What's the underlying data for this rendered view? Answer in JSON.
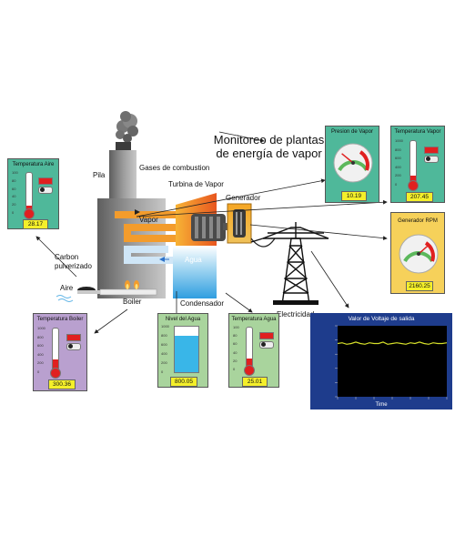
{
  "title": {
    "line1": "Monitoreo de plantas",
    "line2": "de energía de vapor"
  },
  "labels": {
    "pila": "Pila",
    "gases": "Gases de combustion",
    "turbina": "Turbina de Vapor",
    "generador": "Generador",
    "vapor": "Vapor",
    "agua": "Agua",
    "carbon1": "Carbon",
    "carbon2": "pulverizado",
    "aire": "Aire",
    "boiler": "Boiler",
    "condensador": "Condensador",
    "electricidad": "Electricidad"
  },
  "panels": {
    "temp_aire": {
      "title": "Temperatura Aire",
      "value": "28.17",
      "fraction": 0.18,
      "ticks": [
        "100",
        "80",
        "60",
        "40",
        "20",
        "0"
      ]
    },
    "presion": {
      "title": "Presion de Vapor",
      "value": "10.19",
      "fraction": 0.27
    },
    "temp_vapor": {
      "title": "Temperatura Vapor",
      "value": "207.45",
      "fraction": 0.21,
      "ticks": [
        "1000",
        "800",
        "600",
        "400",
        "200",
        "0"
      ]
    },
    "gen_rpm": {
      "title": "Generador RPM",
      "value": "2160.25",
      "fraction": 0.72
    },
    "temp_boiler": {
      "title": "Temperatura Boiler",
      "value": "300.36",
      "fraction": 0.3,
      "ticks": [
        "1000",
        "800",
        "600",
        "400",
        "200",
        "0"
      ]
    },
    "nivel_agua": {
      "title": "Nivel del Agua",
      "value": "800.05",
      "fraction": 0.8,
      "ticks": [
        "1000",
        "800",
        "600",
        "400",
        "200",
        "0"
      ]
    },
    "temp_agua": {
      "title": "Temperatura Agua",
      "value": "25.01",
      "fraction": 0.25,
      "ticks": [
        "100",
        "80",
        "60",
        "40",
        "20",
        "0"
      ]
    }
  },
  "voltage_chart": {
    "title": "Valor de Voltaje de salida",
    "xlabel": "Time"
  },
  "colors": {
    "panel_teal": "#4fb89a",
    "panel_yellow": "#f6d15a",
    "panel_purple": "#b9a0cf",
    "panel_green": "#a9d49d",
    "chart_frame": "#1e3c8c",
    "signal": "#d6e02a",
    "steam_orange": "#f39c2c",
    "water_blue": "#2f9ee0"
  },
  "chart_data": {
    "type": "line",
    "title": "Valor de Voltaje de salida",
    "xlabel": "Time",
    "ylabel": "",
    "ylim": [
      0,
      10
    ],
    "x": [
      0,
      1,
      2,
      3,
      4,
      5,
      6,
      7,
      8,
      9,
      10,
      11,
      12,
      13,
      14,
      15,
      16,
      17,
      18,
      19,
      20,
      21,
      22,
      23,
      24
    ],
    "series": [
      {
        "values": [
          7.5,
          7.6,
          7.4,
          7.5,
          7.7,
          7.5,
          7.4,
          7.6,
          7.5,
          7.5,
          7.7,
          7.4,
          7.5,
          7.6,
          7.5,
          7.4,
          7.6,
          7.5,
          7.7,
          7.5,
          7.4,
          7.6,
          7.5,
          7.5,
          7.6
        ]
      }
    ]
  }
}
